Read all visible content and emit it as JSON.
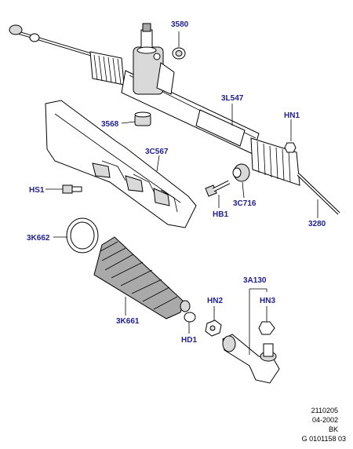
{
  "labels": {
    "p3580": "3580",
    "p3l547": "3L547",
    "phn1": "HN1",
    "p3568": "3568",
    "p3c567": "3C567",
    "phs1": "HS1",
    "p3c716": "3C716",
    "phb1": "HB1",
    "p3280": "3280",
    "p3k662": "3K662",
    "p3a130": "3A130",
    "phn2": "HN2",
    "phn3": "HN3",
    "p3k661": "3K661",
    "phd1": "HD1"
  },
  "footer": {
    "line1": "2110205",
    "line2": "04-2002",
    "line3": "BK",
    "line4": "G 0101158 03"
  },
  "colors": {
    "label": "#1f1f8f",
    "outline": "#000000",
    "shade": "#d9d9d9"
  }
}
